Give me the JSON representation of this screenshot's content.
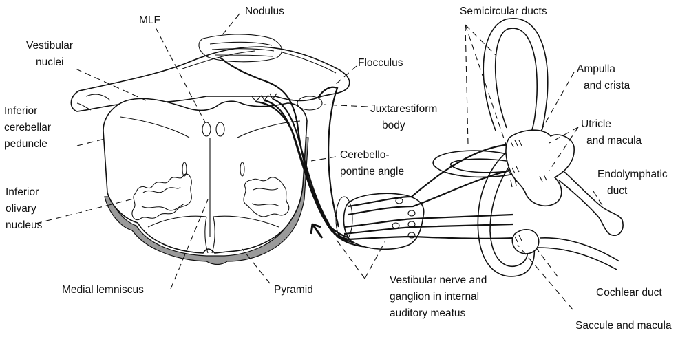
{
  "labels": {
    "nodulus": "Nodulus",
    "mlf": "MLF",
    "vestibular_nuclei": [
      "Vestibular",
      "nuclei"
    ],
    "flocculus": "Flocculus",
    "juxtarestiform": [
      "Juxtarestiform",
      "body"
    ],
    "inferior_cerebellar_peduncle": [
      "Inferior",
      "cerebellar",
      "peduncle"
    ],
    "cerebellopontine_angle": [
      "Cerebello-",
      "pontine angle"
    ],
    "inferior_olivary_nucleus": [
      "Inferior",
      "olivary",
      "nucleus"
    ],
    "medial_lemniscus": "Medial lemniscus",
    "pyramid": "Pyramid",
    "vestibular_nerve": [
      "Vestibular nerve and",
      "ganglion in internal",
      "auditory meatus"
    ],
    "semicircular_ducts": "Semicircular ducts",
    "ampulla_crista": [
      "Ampulla",
      "and crista"
    ],
    "utricle_macula": [
      "Utricle",
      "and macula"
    ],
    "endolymphatic_duct": [
      "Endolymphatic",
      "duct"
    ],
    "cochlear_duct": "Cochlear duct",
    "saccule_macula": "Saccule and macula"
  }
}
